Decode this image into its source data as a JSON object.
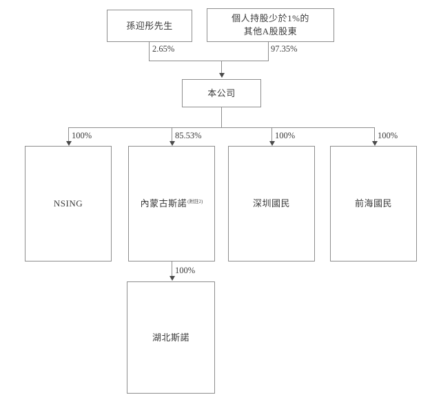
{
  "diagram": {
    "type": "org-ownership-chart",
    "title": "",
    "nodes": [
      {
        "id": "shareholder-sun",
        "label": "孫迎彤先生",
        "note": ""
      },
      {
        "id": "shareholder-other-a",
        "label_line1": "個人持股少於1%的",
        "label_line2": "其他A股股東",
        "note": ""
      },
      {
        "id": "company",
        "label": "本公司",
        "note": ""
      },
      {
        "id": "nsing",
        "label": "NSING",
        "note": ""
      },
      {
        "id": "inner-mongolia-sinuo",
        "label": "內蒙古斯諾",
        "note": "(附註2)"
      },
      {
        "id": "shenzhen-guomin",
        "label": "深圳國民",
        "note": ""
      },
      {
        "id": "qianhai-guomin",
        "label": "前海國民",
        "note": ""
      },
      {
        "id": "hubei-sinuo",
        "label": "湖北斯諾",
        "note": ""
      }
    ],
    "edges": [
      {
        "id": "sun-to-company",
        "from": "shareholder-sun",
        "to": "company",
        "percent": "2.65%"
      },
      {
        "id": "other-a-to-company",
        "from": "shareholder-other-a",
        "to": "company",
        "percent": "97.35%"
      },
      {
        "id": "company-to-nsing",
        "from": "company",
        "to": "nsing",
        "percent": "100%"
      },
      {
        "id": "company-to-inner-mongolia",
        "from": "company",
        "to": "inner-mongolia-sinuo",
        "percent": "85.53%"
      },
      {
        "id": "company-to-shenzhen",
        "from": "company",
        "to": "shenzhen-guomin",
        "percent": "100%"
      },
      {
        "id": "company-to-qianhai",
        "from": "company",
        "to": "qianhai-guomin",
        "percent": "100%"
      },
      {
        "id": "inner-mongolia-to-hubei",
        "from": "inner-mongolia-sinuo",
        "to": "hubei-sinuo",
        "percent": "100%"
      }
    ],
    "colors": {
      "box_border": "#8c8c8c",
      "connector": "#8c8c8c",
      "text": "#3a3a3a",
      "background": "#ffffff"
    }
  }
}
